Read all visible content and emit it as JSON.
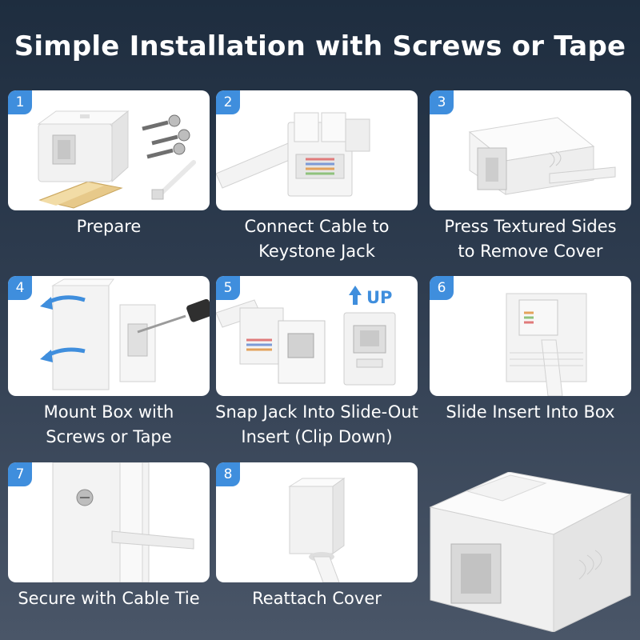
{
  "title": "Simple Installation with Screws or Tape",
  "steps": [
    {
      "number": "1",
      "caption_line1": "Prepare",
      "caption_line2": ""
    },
    {
      "number": "2",
      "caption_line1": "Connect Cable to",
      "caption_line2": "Keystone Jack"
    },
    {
      "number": "3",
      "caption_line1": "Press Textured Sides",
      "caption_line2": "to Remove Cover"
    },
    {
      "number": "4",
      "caption_line1": "Mount Box with",
      "caption_line2": "Screws or Tape"
    },
    {
      "number": "5",
      "caption_line1": "Snap Jack Into Slide-Out",
      "caption_line2": "Insert (Clip Down)"
    },
    {
      "number": "6",
      "caption_line1": "Slide Insert Into Box",
      "caption_line2": ""
    },
    {
      "number": "7",
      "caption_line1": "Secure with Cable Tie",
      "caption_line2": ""
    },
    {
      "number": "8",
      "caption_line1": "Reattach Cover",
      "caption_line2": ""
    }
  ],
  "step5_up_label": "UP",
  "colors": {
    "badge": "#3f8edd",
    "arrow": "#3f8edd",
    "tape": "#e7c98a"
  },
  "icons": [
    "surface-mount-box",
    "screw",
    "adhesive-tape",
    "cable-tie",
    "keystone-jack",
    "ethernet-cable",
    "up-arrow",
    "curved-arrow",
    "screwdriver"
  ]
}
